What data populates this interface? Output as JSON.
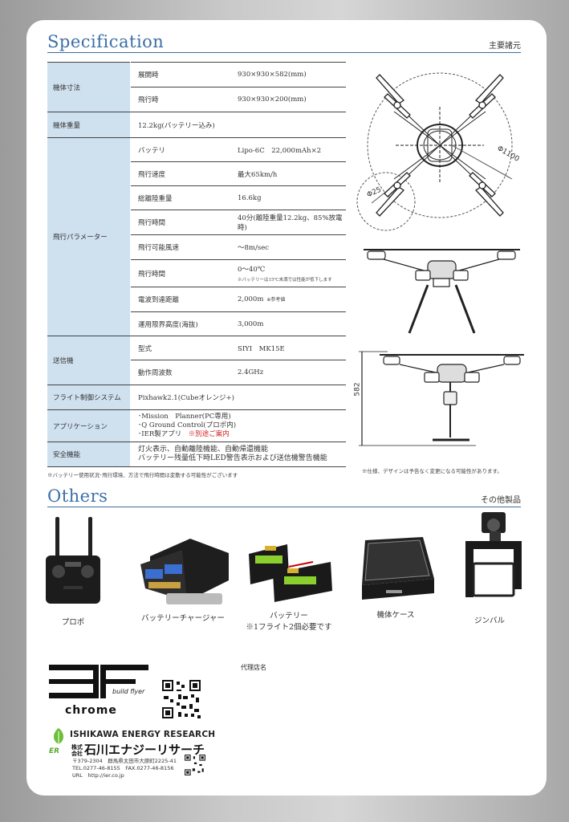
{
  "spec": {
    "title": "Specification",
    "subtitle": "主要諸元",
    "rows": {
      "dim_cat": "機体寸法",
      "dim_open_label": "展開時",
      "dim_open_value": "930×930×582(mm)",
      "dim_fly_label": "飛行時",
      "dim_fly_value": "930×930×200(mm)",
      "weight_cat": "機体重量",
      "weight_value": "12.2kg(バッテリー込み)",
      "flight_cat": "飛行パラメーター",
      "battery_label": "バッテリ",
      "battery_value": "Lipo-6C　22,000mAh×2",
      "speed_label": "飛行速度",
      "speed_value": "最大65km/h",
      "takeoff_label": "総離陸重量",
      "takeoff_value": "16.6kg",
      "time_label": "飛行時間",
      "time_value": "40分(離陸重量12.2kg、85%放電時)",
      "wind_label": "飛行可能風速",
      "wind_value": "～8m/sec",
      "temp_label": "飛行時間",
      "temp_value": "0～40℃",
      "temp_note": "※バッテリーは15℃未満では性能が低下します",
      "range_label": "電波到達距離",
      "range_value": "2,000m",
      "range_note": "※参考値",
      "alt_label": "運用限界高度(海抜)",
      "alt_value": "3,000m",
      "tx_cat": "送信機",
      "tx_model_label": "型式",
      "tx_model_value": "SIYI　MK15E",
      "tx_freq_label": "動作周波数",
      "tx_freq_value": "2.4GHz",
      "fc_cat": "フライト制御システム",
      "fc_value": "Pixhawk2.1(Cubeオレンジ+)",
      "app_cat": "アプリケーション",
      "app_line1": "･Mission　Planner(PC専用)",
      "app_line2": "･Q Ground Control(プロポ内)",
      "app_line3": "･IER製アプリ",
      "app_line3_note": "※別途ご案内",
      "safety_cat": "安全機能",
      "safety_line1": "灯火表示、自動離陸機能、自動帰還機能",
      "safety_line2": "バッテリー残量低下時LED警告表示および送信機警告機能"
    },
    "footnote_left": "※バッテリー使用状況･飛行環境、方法で飛行時間は変動する可能性がございます",
    "footnote_right": "※仕様、デザインは予告なく変更になる可能性があります。",
    "dims": {
      "d1100": "Φ1100",
      "d25": "Φ25",
      "h582": "582"
    }
  },
  "others": {
    "title": "Others",
    "subtitle": "その他製品",
    "items": [
      {
        "label": "プロポ"
      },
      {
        "label": "バッテリーチャージャー"
      },
      {
        "label": "バッテリー",
        "note": "※1フライト2個必要です"
      },
      {
        "label": "機体ケース"
      },
      {
        "label": "ジンバル"
      }
    ]
  },
  "footer": {
    "brand_small": "build flyer",
    "brand_main": "chrome",
    "company_en": "ISHIKAWA ENERGY RESEARCH",
    "company_kk": "株式会社",
    "company_jp": "石川エナジーリサーチ",
    "address": "〒379-2304　群馬県太田市大原町2225-41",
    "tel": "TEL.0277-46-8155　FAX.0277-46-8156",
    "url": "URL　http://ier.co.jp",
    "agency": "代理店名",
    "er": "ER"
  },
  "colors": {
    "accent": "#3b6fa6",
    "category_bg": "#cfe0ef",
    "note_red": "#d02020"
  }
}
